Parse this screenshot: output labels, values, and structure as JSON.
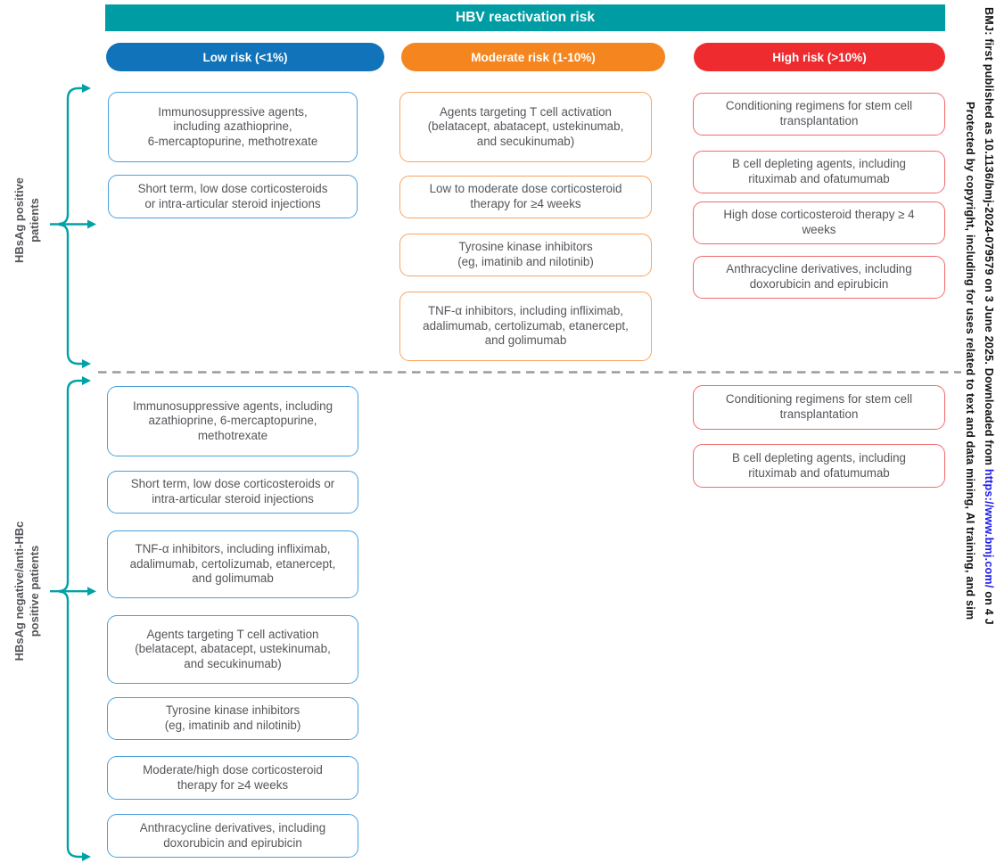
{
  "header": {
    "title": "HBV reactivation risk"
  },
  "risk_levels": [
    {
      "label": "Low risk (<1%)",
      "color": "#1173b9",
      "box_border": "#4aa1dc"
    },
    {
      "label": "Moderate risk (1-10%)",
      "color": "#f5861f",
      "box_border": "#f8a45f"
    },
    {
      "label": "High risk (>10%)",
      "color": "#ee2b2e",
      "box_border": "#f16a6c"
    }
  ],
  "sections": [
    {
      "label": "HBsAg positive\npatients",
      "low": [
        "Immunosuppressive agents,\nincluding azathioprine,\n6-mercaptopurine, methotrexate",
        "Short term, low dose corticosteroids\nor intra-articular steroid injections"
      ],
      "moderate": [
        "Agents targeting T cell activation\n(belatacept, abatacept, ustekinumab,\nand secukinumab)",
        "Low to moderate dose corticosteroid\ntherapy for ≥4 weeks",
        "Tyrosine kinase inhibitors\n(eg, imatinib and nilotinib)",
        "TNF-α inhibitors, including infliximab,\nadalimumab, certolizumab, etanercept,\nand golimumab"
      ],
      "high": [
        "Conditioning regimens for stem cell\ntransplantation",
        "B cell depleting agents, including\nrituximab and ofatumumab",
        "High dose corticosteroid therapy ≥ 4\nweeks",
        "Anthracycline derivatives, including\ndoxorubicin and epirubicin"
      ]
    },
    {
      "label": "HBsAg negative/anti-HBc\npositive patients",
      "low": [
        "Immunosuppressive agents, including\nazathioprine, 6-mercaptopurine,\nmethotrexate",
        "Short term, low dose corticosteroids or\nintra-articular steroid injections",
        "TNF-α inhibitors, including infliximab,\nadalimumab, certolizumab, etanercept,\nand golimumab",
        "Agents targeting T cell activation\n(belatacept, abatacept, ustekinumab,\nand secukinumab)",
        "Tyrosine kinase inhibitors\n(eg, imatinib and nilotinib)",
        "Moderate/high dose corticosteroid\ntherapy for ≥4 weeks",
        "Anthracycline derivatives, including\ndoxorubicin and epirubicin"
      ],
      "moderate": [],
      "high": [
        "Conditioning regimens for stem cell\ntransplantation",
        "B cell depleting agents, including\nrituximab and ofatumumab"
      ]
    }
  ],
  "watermark": {
    "line1_prefix": "BMJ: first published as 10.1136/bmj-2024-079579 on 3 June 2025. Downloaded from ",
    "line1_link": "https://www.bmj.com/",
    "line1_suffix": " on 4 J",
    "line2": "Protected by copyright, including for uses related to text and data mining, AI training, and sim",
    "link_color": "#1a1aee"
  },
  "colors": {
    "header_teal": "#009ca3",
    "bracket_teal": "#00a1a8",
    "divider_gray": "#9b9b9b",
    "box_text": "#54565a"
  }
}
